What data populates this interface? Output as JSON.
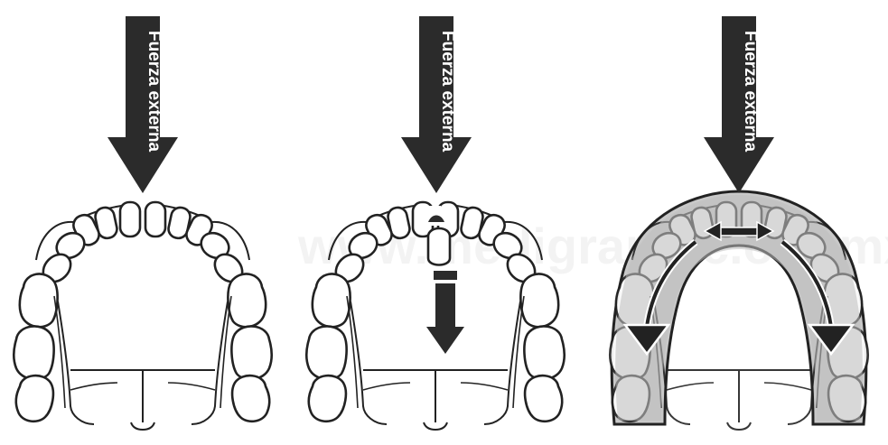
{
  "diagram": {
    "panels": [
      {
        "id": "panel-1",
        "force_label": "Fuerza externa"
      },
      {
        "id": "panel-2",
        "force_label": "Fuerza externa"
      },
      {
        "id": "panel-3",
        "force_label": "Fuerza externa"
      }
    ],
    "colors": {
      "arrow": "#2b2b2b",
      "outline": "#222222",
      "tooth_fill": "#ffffff",
      "splint_fill": "#c9c9c9",
      "background": "#ffffff"
    },
    "watermark": "www.medigraphic.org.mx"
  }
}
